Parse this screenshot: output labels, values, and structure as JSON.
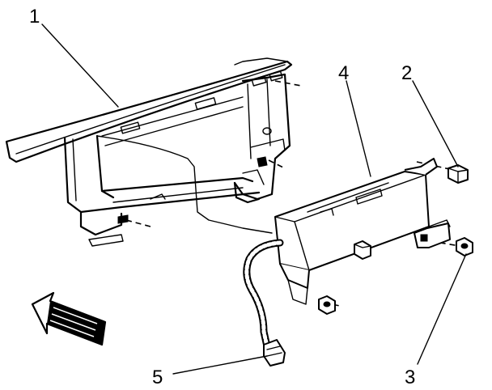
{
  "callouts": [
    {
      "id": "1",
      "label": "1"
    },
    {
      "id": "2",
      "label": "2"
    },
    {
      "id": "3",
      "label": "3"
    },
    {
      "id": "4",
      "label": "4"
    },
    {
      "id": "5",
      "label": "5"
    }
  ],
  "colors": {
    "ink": "#000000",
    "paper": "#ffffff"
  },
  "icons": {
    "direction_arrow": "arrow-forward-icon"
  }
}
